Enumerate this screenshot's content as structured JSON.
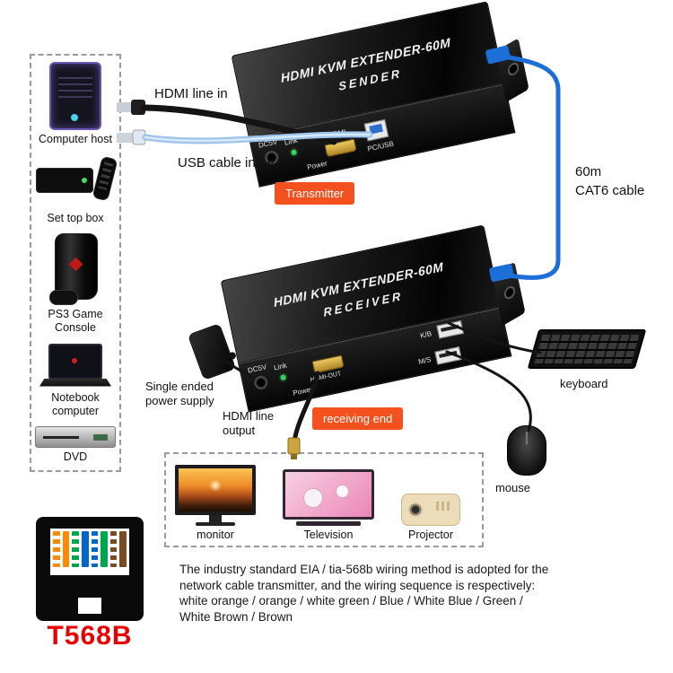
{
  "sender": {
    "title": "HDMI KVM EXTENDER-60M",
    "subtitle": "SENDER",
    "ports": {
      "dc5v": "DC5V",
      "link": "Link",
      "power": "Power",
      "hdmi": "HDMI",
      "pc_usb": "PC/USB"
    }
  },
  "receiver": {
    "title": "HDMI KVM EXTENDER-60M",
    "subtitle": "RECEIVER",
    "ports": {
      "dc5v": "DC5V",
      "link": "Link",
      "power": "Power",
      "hdmi_out": "HDMI-OUT",
      "kb": "K/B",
      "ms": "M/S"
    }
  },
  "labels": {
    "hdmi_line_in": "HDMI line in",
    "usb_cable_input": "USB cable input",
    "transmitter": "Transmitter",
    "cat6": "60m\nCAT6 cable",
    "single_ended_power": "Single ended\npower supply",
    "hdmi_line_output": "HDMI line\noutput",
    "receiving_end": "receiving end",
    "keyboard": "keyboard",
    "mouse": "mouse"
  },
  "sources": {
    "items": [
      {
        "name": "computer-host",
        "label": "Computer host"
      },
      {
        "name": "set-top-box",
        "label": "Set top box"
      },
      {
        "name": "ps3-game-console",
        "label": "PS3 Game\nConsole"
      },
      {
        "name": "notebook-computer",
        "label": "Notebook\ncomputer"
      },
      {
        "name": "dvd",
        "label": "DVD"
      }
    ]
  },
  "outputs": {
    "items": [
      {
        "name": "monitor",
        "label": "monitor"
      },
      {
        "name": "television",
        "label": "Television"
      },
      {
        "name": "projector",
        "label": "Projector"
      }
    ]
  },
  "t568b": {
    "label": "T568B",
    "pins": [
      {
        "name": "white-orange",
        "color": "#ff8a00",
        "striped": true
      },
      {
        "name": "orange",
        "color": "#ff8a00",
        "striped": false
      },
      {
        "name": "white-green",
        "color": "#00a550",
        "striped": true
      },
      {
        "name": "blue",
        "color": "#0066cc",
        "striped": false
      },
      {
        "name": "white-blue",
        "color": "#0066cc",
        "striped": true
      },
      {
        "name": "green",
        "color": "#00a550",
        "striped": false
      },
      {
        "name": "white-brown",
        "color": "#7b4a21",
        "striped": true
      },
      {
        "name": "brown",
        "color": "#7b4a21",
        "striped": false
      }
    ]
  },
  "description": {
    "line1": "The industry standard EIA / tia-568b wiring method is adopted for the",
    "line2": "network cable transmitter, and the wiring sequence is respectively:",
    "line3": "white orange / orange / white green / Blue / White Blue / Green /",
    "line4": "White Brown / Brown"
  },
  "colors": {
    "badge": "#f4511e",
    "cat6_cable": "#1c6fd6",
    "t568b_text": "#e60000"
  }
}
